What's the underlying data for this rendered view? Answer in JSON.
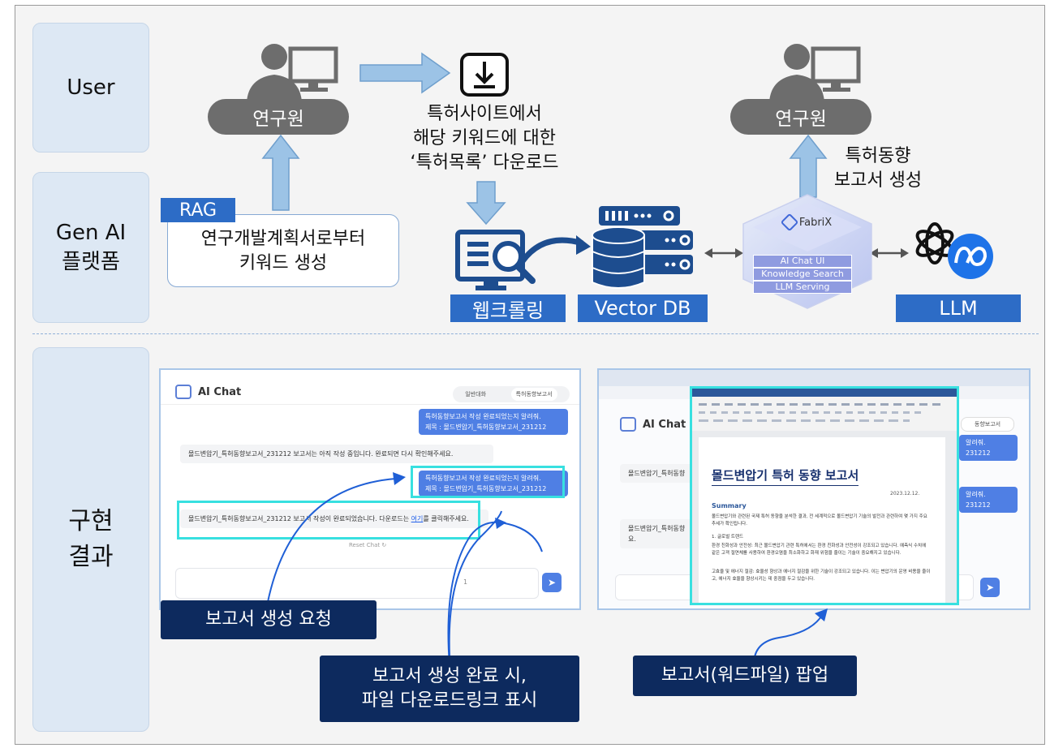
{
  "rows": {
    "user": "User",
    "platform": "Gen AI\n플랫폼",
    "result": "구현\n결과"
  },
  "top": {
    "researcher_left": "연구원",
    "researcher_right": "연구원",
    "download_text": "특허사이트에서\n해당 키워드에 대한\n‘특허목록’ 다운로드",
    "report_text": "특허동향\n보고서 생성"
  },
  "platform": {
    "rag_label": "RAG",
    "rag_box_text": "연구개발계획서로부터\n키워드 생성",
    "crawling_label": "웹크롤링",
    "vector_db_label": "Vector DB",
    "llm_label": "LLM",
    "fabrix_name": "FabriX",
    "fabrix_items": [
      "AI Chat UI",
      "Knowledge Search",
      "LLM Serving"
    ]
  },
  "chat_left": {
    "title": "AI Chat",
    "tabs": [
      "일반대화",
      "특허동향보고서"
    ],
    "msg_user_1": "특허동향보고서 작성 완료되었는지 알려줘.\n제목 : 몰드변압기_특허동향보고서_231212",
    "msg_bot_1": "몰드변압기_특허동향보고서_231212 보고서는 아직 작성 중입니다. 완료되면 다시 확인해주세요.",
    "msg_user_2": "특허동향보고서 작성 완료되었는지 알려줘.\n제목 : 몰드변압기_특허동향보고서_231212",
    "msg_bot_2_prefix": "몰드변압기_특허동향보고서_231212 보고서 작성이 완료되었습니다. 다운로드는 ",
    "msg_bot_2_link": "여기",
    "msg_bot_2_suffix": "를 클릭해주세요.",
    "reset": "Reset Chat",
    "input_counter": "1"
  },
  "chat_right": {
    "title": "AI Chat",
    "tab": "동향보고서",
    "side_msg_1": "몰드변압기_특허동향",
    "side_msg_2": "몰드변압기_특허동향",
    "side_msg_2b": "요.",
    "right_snippet_1": "알려줘.\n231212",
    "right_snippet_2": "알려줘.\n231212"
  },
  "word_doc": {
    "title": "몰드변압기 특허 동향 보고서",
    "date": "2023.12.12.",
    "summary_heading": "Summary",
    "para1": "몰드변압기와 관련된 국제 특허 동향을 분석한 결과, 전 세계적으로 몰드변압기 기술의 발전과 관련하여 몇 가지 주요 추세가 확인됩니다.",
    "item1": "1. 글로벌 트렌드",
    "para2": "환경 친화성과 안전성: 최근 몰드변압기 관련 특허에서는 환경 친화성과 안전성이 강조되고 있습니다. 예측식 수치에 같은 고객 절연체를 사용하여 환경오염을 최소화하고 화재 위험을 줄이는 기술이 중요해지고 있습니다.",
    "para3": "고효율 및 에너지 절감: 효율성 향상과 에너지 절감을 위한 기술이 강조되고 있습니다. 이는 변압기의 운영 비용을 줄이고, 에너지 효율을 향상시키는 데 중점을 두고 있습니다."
  },
  "annotations": {
    "request": "보고서 생성 요청",
    "complete": "보고서 생성 완료 시,\n파일 다운로드링크 표시",
    "popup": "보고서(워드파일) 팝업"
  }
}
